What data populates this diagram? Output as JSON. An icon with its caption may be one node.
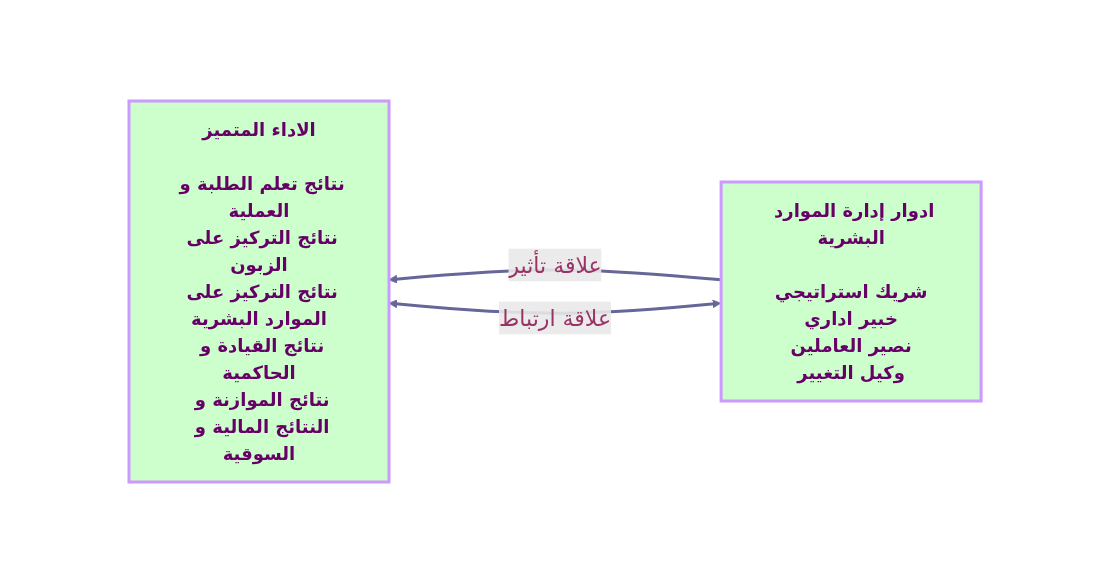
{
  "diagram": {
    "nodes": [
      {
        "text": [
          "ادوار إدارة الموارد البشرية",
          "شريك استراتيجي",
          "خبير اداري",
          "نصير العاملين",
          "وكيل التغيير"
        ]
      },
      {
        "text": [
          "الاداء المتميز",
          "نتائج تعلم الطلبة و العملية",
          "نتائج التركيز على الزبون",
          "نتائج التركيز على الموارد البشرية",
          "نتائج القيادة و الحاكمية",
          "نتائج الموازنة و النتائج المالية و السوقية"
        ]
      }
    ],
    "edges": [
      {
        "from": 0,
        "to": 1,
        "arrow": "to",
        "label": "علاقة تأثير"
      },
      {
        "from": 0,
        "to": 1,
        "arrow": "both",
        "label": "علاقة ارتباط"
      }
    ]
  }
}
